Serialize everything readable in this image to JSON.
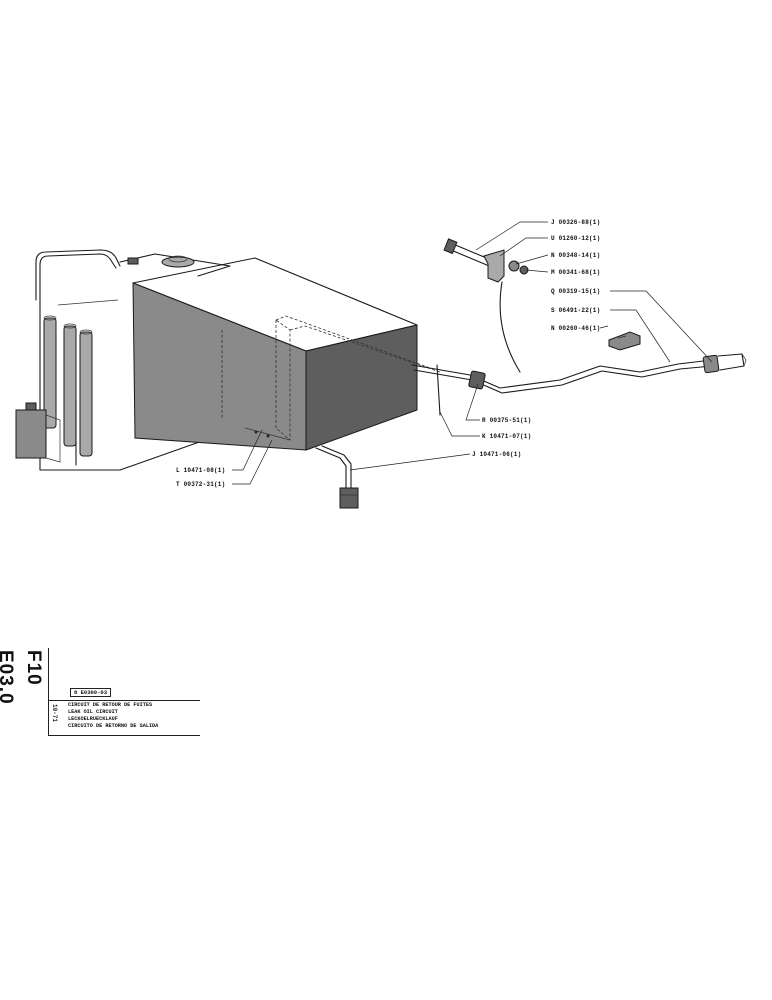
{
  "part_labels": {
    "j_00326": "J 00326-88(1)",
    "u_01260": "U 01260-12(1)",
    "n_00348": "N 00348-14(1)",
    "m_00341": "M 00341-68(1)",
    "q_00319": "Q 00319-15(1)",
    "s_06491": "S 06491-22(1)",
    "n_00260": "N 00260-46(1)",
    "r_00375": "R 00375-51(1)",
    "k_10471": "K 10471-07(1)",
    "j_10471": "J 10471-06(1)",
    "l_10471": "L 10471-08(1)",
    "t_00372": "T 00372-31(1)"
  },
  "title_block": {
    "code": "F10 E03.0",
    "ref": "8 E0300-03",
    "date": "10-71",
    "title_fr": "CIRCUIT DE RETOUR DE FUITES",
    "title_en": "LEAK OIL CIRCUIT",
    "title_de": "LECKOELRUECKLAUF",
    "title_es": "CIRCUITO DE RETORNO DE SALIDA"
  }
}
